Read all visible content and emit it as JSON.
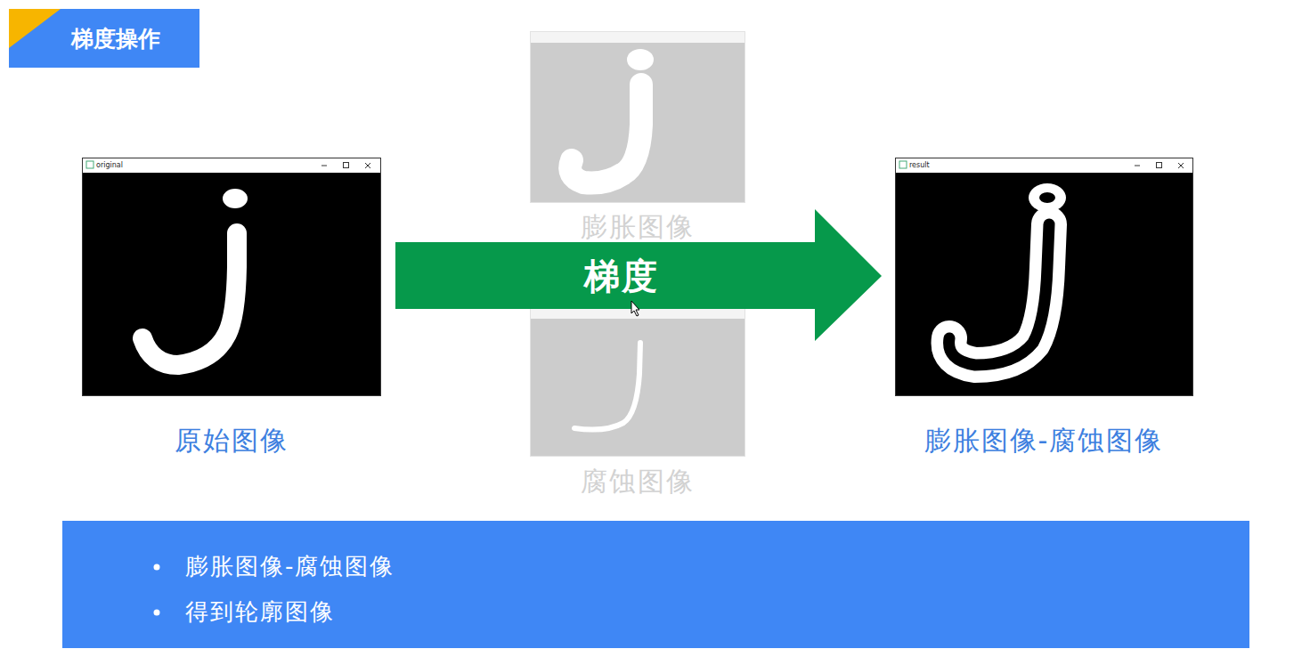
{
  "diagram": {
    "title": "梯度操作",
    "nodes": [
      {
        "text": [
          "original",
          "原始图像"
        ]
      },
      {
        "text": [
          "膨胀图像"
        ]
      },
      {
        "text": [
          "梯度"
        ]
      },
      {
        "text": [
          "腐蚀图像"
        ]
      },
      {
        "text": [
          "result",
          "膨胀图像-腐蚀图像"
        ]
      },
      {
        "text": [
          "膨胀图像-腐蚀图像",
          "得到轮廓图像"
        ]
      }
    ]
  }
}
